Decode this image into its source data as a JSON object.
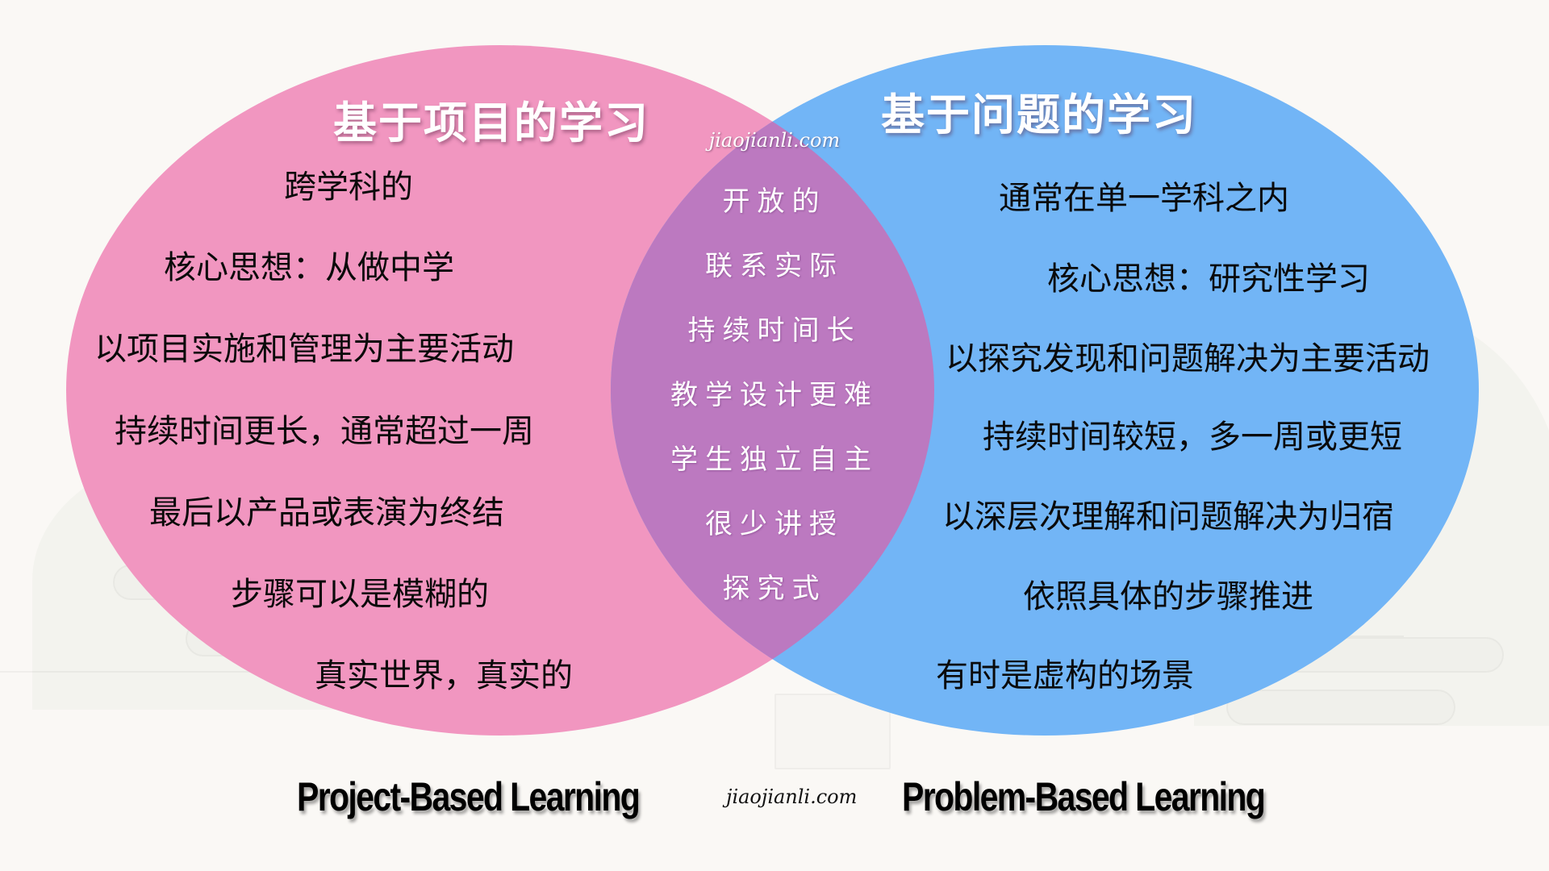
{
  "colors": {
    "background": "#FAF8F5",
    "left_circle": "#F196C0",
    "right_circle": "#72B5F6",
    "overlap": "#BC79C0",
    "title_text": "#FFFFFF",
    "item_text": "#0A0A0A",
    "center_text": "#FFFFFF"
  },
  "left": {
    "title": "基于项目的学习",
    "items": [
      "跨学科的",
      "核心思想：从做中学",
      "以项目实施和管理为主要活动",
      "持续时间更长，通常超过一周",
      "最后以产品或表演为终结",
      "步骤可以是模糊的",
      "真实世界，真实的"
    ],
    "english_label": "Project-Based Learning"
  },
  "right": {
    "title": "基于问题的学习",
    "items": [
      "通常在单一学科之内",
      "核心思想：研究性学习",
      "以探究发现和问题解决为主要活动",
      "持续时间较短，多一周或更短",
      "以深层次理解和问题解决为归宿",
      "依照具体的步骤推进",
      "有时是虚构的场景"
    ],
    "english_label": "Problem-Based Learning"
  },
  "overlap": {
    "watermark": "jiaojianli.com",
    "items": [
      "开放的",
      "联系实际",
      "持续时间长",
      "教学设计更难",
      "学生独立自主",
      "很少讲授",
      "探究式"
    ]
  },
  "footer": {
    "watermark": "jiaojianli.com"
  }
}
